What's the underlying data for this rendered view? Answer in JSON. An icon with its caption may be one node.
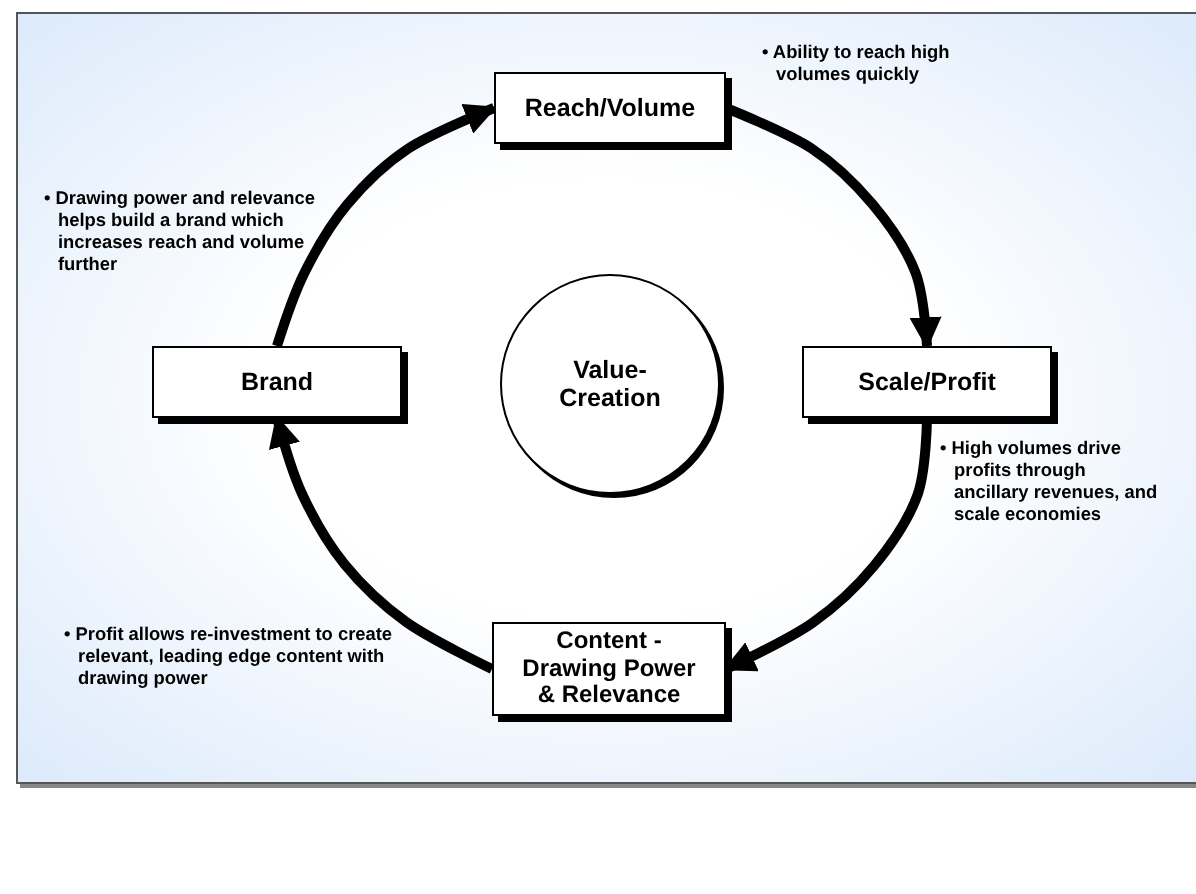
{
  "diagram": {
    "nodes": [
      {
        "text": [
          "Reach/Volume"
        ]
      },
      {
        "text": [
          "Brand"
        ]
      },
      {
        "text": [
          "Value-Creation"
        ]
      },
      {
        "text": [
          "Scale/Profit"
        ]
      },
      {
        "text": [
          "Content - Drawing Power & Relevance"
        ]
      }
    ],
    "edges": [
      {
        "from": 1,
        "to": 0,
        "arrow": "to"
      },
      {
        "from": 0,
        "to": 3,
        "arrow": "to"
      },
      {
        "from": 3,
        "to": 4,
        "arrow": "to"
      },
      {
        "from": 4,
        "to": 1,
        "arrow": "to"
      }
    ],
    "labels": [
      "• Ability to reach high volumes quickly",
      "• Drawing power and relevance helps build a brand which increases reach and volume further",
      "• High volumes drive profits through ancillary revenues, and scale economies",
      "• Profit allows re-investment to create relevant, leading edge content with drawing power"
    ]
  }
}
